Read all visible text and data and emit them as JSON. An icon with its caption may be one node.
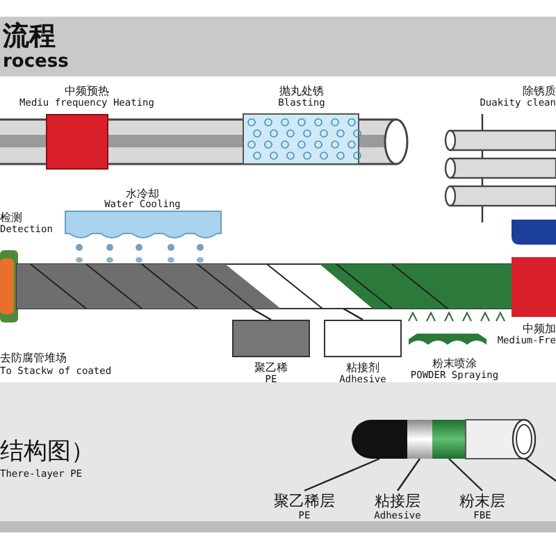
{
  "diagram": {
    "nodes": [
      {
        "text": [
          "流程",
          "rocess"
        ]
      },
      {
        "text": [
          "中频预热",
          "Mediu frequency Heating"
        ]
      },
      {
        "text": [
          "抛丸处锈",
          "Blasting"
        ]
      },
      {
        "text": [
          "除锈质",
          "Duakity clean"
        ]
      },
      {
        "text": [
          "水冷却",
          "Water Cooling"
        ]
      },
      {
        "text": [
          "检测",
          "Detection"
        ]
      },
      {
        "text": [],
        "shape": "bar"
      },
      {
        "text": [
          "聚乙稀",
          "PE"
        ]
      },
      {
        "text": [
          "粘接剂",
          "Adhesive"
        ]
      },
      {
        "text": [
          "粉末喷涂",
          "POWDER Spraying"
        ]
      },
      {
        "text": [
          "中频加",
          "Medium-Fre"
        ]
      },
      {
        "text": [
          "结构图）",
          "There-layer PE"
        ]
      },
      {
        "text": [],
        "shape": "cylinder",
        "in": 11
      },
      {
        "text": [],
        "shape": "cylinder",
        "in": 11
      },
      {
        "text": [],
        "shape": "cylinder",
        "in": 11
      },
      {
        "text": [],
        "shape": "cylinder",
        "in": 11
      },
      {
        "text": [
          "聚乙稀层",
          "PE"
        ],
        "in": 11
      },
      {
        "text": [
          "粘接层",
          "Adhesive"
        ],
        "in": 11
      },
      {
        "text": [
          "粉末层",
          "FBE"
        ],
        "in": 11
      }
    ],
    "edges": [
      {
        "from": 16,
        "to": 12,
        "arrow": "none"
      },
      {
        "from": 17,
        "to": 13,
        "arrow": "none"
      },
      {
        "from": 18,
        "to": 14,
        "arrow": "none"
      },
      {
        "from": null,
        "to": 15,
        "arrow": "none"
      },
      {
        "from": 7,
        "to": 6,
        "arrow": "none"
      },
      {
        "from": 8,
        "to": 6,
        "arrow": "none"
      }
    ],
    "labels": [
      "去防腐管堆场",
      "To Stackw of coated"
    ]
  }
}
